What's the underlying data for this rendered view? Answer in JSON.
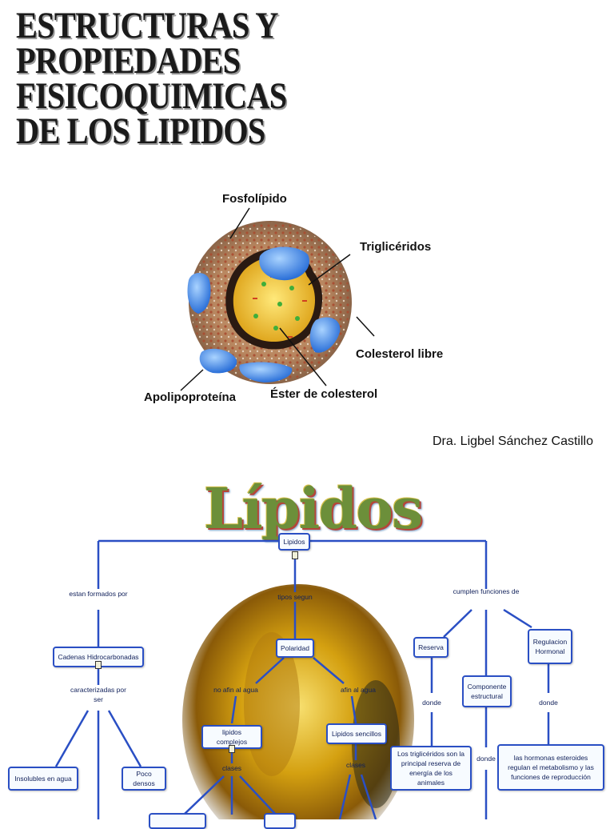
{
  "title_lines": [
    "ESTRUCTURAS Y",
    "PROPIEDADES",
    "FISICOQUIMICAS",
    "DE LOS LIPIDOS"
  ],
  "lipoprotein_labels": {
    "fosfolipido": "Fosfolípido",
    "trigliceridos": "Triglicéridos",
    "colesterol_libre": "Colesterol libre",
    "apolipoproteina": "Apolipoproteína",
    "ester_colesterol": "Éster de colesterol"
  },
  "author": "Dra. Ligbel Sánchez Castillo",
  "concept_map": {
    "title": "Lípidos",
    "root": "Lipidos",
    "links": {
      "estan_formados": "estan formados por",
      "tipos_segun": "tipos segun",
      "cumplen": "cumplen funciones de",
      "caracterizadas": "caracterizadas por ser",
      "no_afin": "no afin al agua",
      "afin": "afin al agua",
      "clases": "clases",
      "clases2": "clases",
      "donde1": "donde",
      "donde2": "donde",
      "donde3": "donde"
    },
    "nodes": {
      "cadenas": "Cadenas Hidrocarbonadas",
      "polaridad": "Polaridad",
      "reserva": "Reserva",
      "regulacion": "Regulacion Hormonal",
      "componente": "Componente estructural",
      "complejos": "lipidos complejos",
      "sencillos": "Lipidos sencillos",
      "insolubles": "Insolubles en agua",
      "poco_densos": "Poco densos",
      "trigliceridos_text": "Los triglicéridos son la principal reserva de energía de los animales",
      "hormonas_text": "las hormonas esteroides regulan el metabolismo y las funciones de reproducción"
    }
  }
}
